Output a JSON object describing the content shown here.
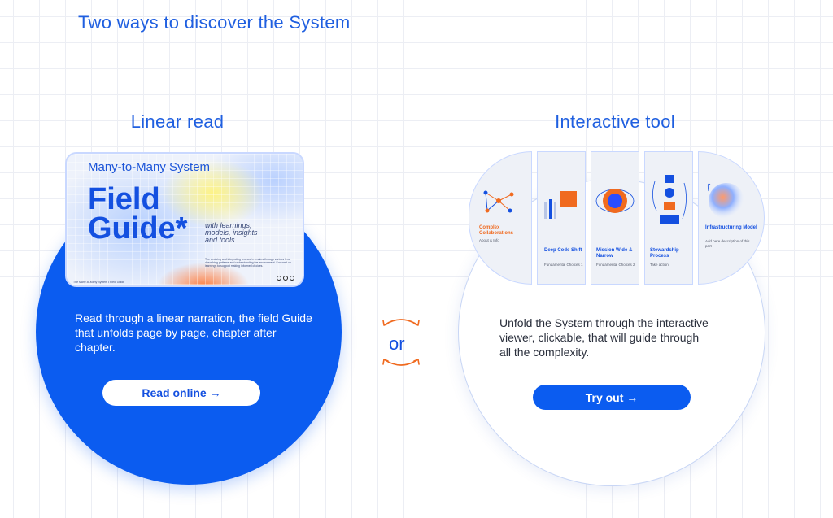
{
  "page": {
    "title": "Two ways to discover the System"
  },
  "linear": {
    "heading": "Linear read",
    "card": {
      "subtitle": "Many-to-Many System",
      "title_line1": "Field",
      "title_line2": "Guide*",
      "tagline": "with learnings, models, insights and tools",
      "description": "The evolving and integrating research remains through various lens describing patterns and understanding the environment. Focused on learnings to support making informed choices.",
      "footer": "The Many-to-Many System • Field Guide"
    },
    "description": "Read through a linear narration, the field Guide that unfolds page by page, chapter after chapter.",
    "button_label": "Read online →"
  },
  "divider": {
    "label": "or",
    "accent_color": "#f06a1f"
  },
  "interactive": {
    "heading": "Interactive tool",
    "panels": [
      {
        "title": "Complex Collaborations",
        "subtitle": "About & Info"
      },
      {
        "title": "Deep Code Shift",
        "subtitle": "Fundamental Choices 1"
      },
      {
        "title": "Mission Wide & Narrow",
        "subtitle": "Fundamental Choices 2"
      },
      {
        "title": "Stewardship Process",
        "subtitle": "Take action"
      },
      {
        "title": "Infrastructuring Model",
        "subtitle": "Add here description of this part"
      }
    ],
    "description": "Unfold the System through the interactive viewer, clickable, that will guide through all the complexity.",
    "button_label": "Try out →"
  },
  "colors": {
    "brand_blue": "#0b5cf0",
    "accent_orange": "#f06a1f"
  }
}
